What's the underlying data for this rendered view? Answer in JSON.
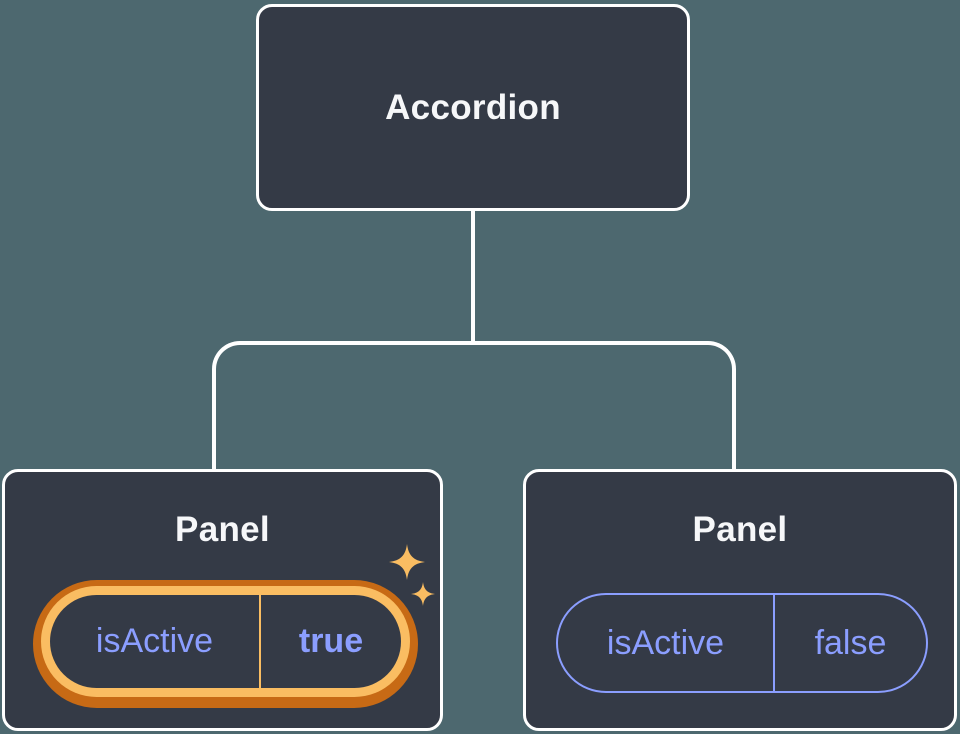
{
  "diagram": {
    "type": "component-tree",
    "tree": {
      "root": {
        "label": "Accordion"
      },
      "children": [
        {
          "label": "Panel",
          "state": {
            "name": "isActive",
            "value": "true"
          },
          "highlighted": true
        },
        {
          "label": "Panel",
          "state": {
            "name": "isActive",
            "value": "false"
          },
          "highlighted": false
        }
      ]
    }
  },
  "icons": {
    "sparkle": "four-pointed-star"
  },
  "colors": {
    "background": "#4D686F",
    "card_fill": "#343A46",
    "card_border": "#FFFFFF",
    "connector_line": "#FFFFFF",
    "title_text": "#F6F7F9",
    "state_text": "#8B9EFF",
    "highlight_ring_dark": "#C76A15",
    "highlight_ring_light": "#FABD62",
    "sparkle": "#FABD62"
  }
}
